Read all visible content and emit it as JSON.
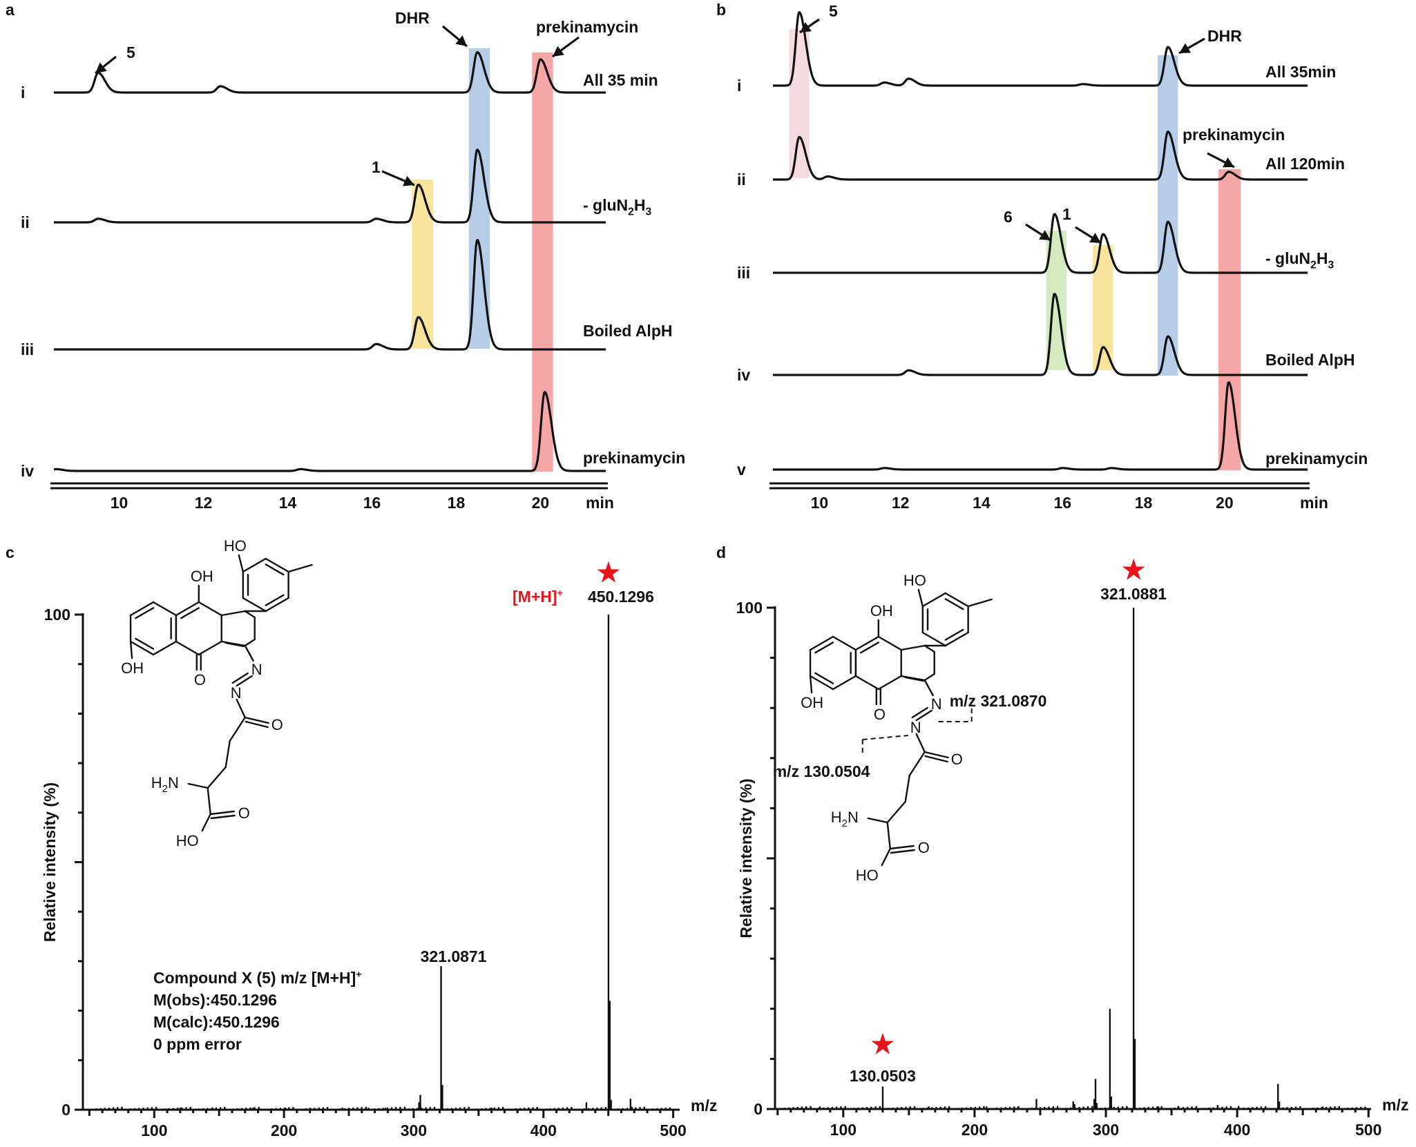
{
  "panels": {
    "a": {
      "letter": "a",
      "chart_data": {
        "type": "line",
        "xlabel": "min",
        "xlim": [
          8.4,
          21.6
        ],
        "xticks": [
          10,
          12,
          14,
          16,
          18,
          20
        ],
        "series": [
          {
            "label": "i",
            "name": "All 35 min",
            "peaks": [
              [
                9.5,
                0.22
              ],
              [
                12.4,
                0.07
              ],
              [
                18.5,
                0.45
              ],
              [
                20.0,
                0.37
              ]
            ]
          },
          {
            "label": "ii",
            "name": "- gluN2H3",
            "peaks": [
              [
                9.5,
                0.04
              ],
              [
                16.1,
                0.04
              ],
              [
                17.1,
                0.42
              ],
              [
                18.5,
                0.81
              ]
            ]
          },
          {
            "label": "iii",
            "name": "Boiled AlpH",
            "peaks": [
              [
                16.1,
                0.06
              ],
              [
                17.1,
                0.36
              ],
              [
                18.5,
                1.22
              ]
            ]
          },
          {
            "label": "iv",
            "name": "prekinamycin",
            "peaks": [
              [
                8.5,
                0.02
              ],
              [
                14.3,
                0.02
              ],
              [
                20.1,
                0.88
              ]
            ]
          }
        ],
        "highlights": [
          {
            "compound": "1",
            "x": [
              16.95,
              17.45
            ],
            "color": "#f7df8c"
          },
          {
            "compound": "DHR",
            "x": [
              18.3,
              18.8
            ],
            "color": "#a9c3e3"
          },
          {
            "compound": "prekinamycin",
            "x": [
              19.8,
              20.3
            ],
            "color": "#f49696"
          }
        ],
        "annotations": [
          "5",
          "DHR",
          "prekinamycin",
          "1"
        ]
      }
    },
    "b": {
      "letter": "b",
      "chart_data": {
        "type": "line",
        "xlabel": "min",
        "xlim": [
          8.8,
          22.1
        ],
        "xticks": [
          10,
          12,
          14,
          16,
          18,
          20
        ],
        "series": [
          {
            "label": "i",
            "name": "All 35min",
            "peaks": [
              [
                9.5,
                0.95
              ],
              [
                11.6,
                0.04
              ],
              [
                12.2,
                0.09
              ],
              [
                18.6,
                0.5
              ],
              [
                16.5,
                0.02
              ]
            ]
          },
          {
            "label": "ii",
            "name": "All 120min",
            "peaks": [
              [
                9.5,
                0.55
              ],
              [
                10.2,
                0.04
              ],
              [
                18.6,
                0.62
              ],
              [
                20.1,
                0.1
              ]
            ]
          },
          {
            "label": "iii",
            "name": "- gluN2H3",
            "peaks": [
              [
                15.8,
                0.76
              ],
              [
                17.0,
                0.5
              ],
              [
                18.6,
                0.66
              ]
            ]
          },
          {
            "label": "iv",
            "name": "Boiled AlpH",
            "peaks": [
              [
                12.2,
                0.06
              ],
              [
                15.8,
                1.05
              ],
              [
                17.0,
                0.36
              ],
              [
                18.6,
                0.5
              ]
            ]
          },
          {
            "label": "v",
            "name": "prekinamycin",
            "peaks": [
              [
                20.1,
                1.13
              ],
              [
                11.6,
                0.02
              ],
              [
                16.0,
                0.02
              ],
              [
                17.2,
                0.02
              ]
            ]
          }
        ],
        "highlights": [
          {
            "compound": "5",
            "x": [
              9.25,
              9.75
            ],
            "color": "#f4d6dd"
          },
          {
            "compound": "6",
            "x": [
              15.6,
              16.1
            ],
            "color": "#cbe6b4"
          },
          {
            "compound": "1",
            "x": [
              16.75,
              17.25
            ],
            "color": "#f7df8c"
          },
          {
            "compound": "DHR",
            "x": [
              18.35,
              18.85
            ],
            "color": "#a9c3e3"
          },
          {
            "compound": "prekinamycin",
            "x": [
              19.85,
              20.4
            ],
            "color": "#f49696"
          }
        ],
        "annotations": [
          "5",
          "DHR",
          "prekinamycin",
          "6",
          "1"
        ]
      }
    },
    "c": {
      "letter": "c",
      "chart_data": {
        "type": "bar",
        "xlabel": "m/z",
        "ylabel": "Relative intensity (%)",
        "xlim": [
          45,
          505
        ],
        "ylim": [
          0,
          100
        ],
        "xticks": [
          100,
          200,
          300,
          400,
          500
        ],
        "yticks": [
          0,
          100
        ],
        "peaks": [
          [
            450.1296,
            100
          ],
          [
            451.13,
            22
          ],
          [
            452.1,
            2
          ],
          [
            321.0871,
            29
          ],
          [
            322.09,
            5
          ],
          [
            305.1,
            3
          ],
          [
            304.1,
            1.5
          ],
          [
            433.1,
            1.5
          ],
          [
            467.1,
            2.2
          ],
          [
            468.1,
            0.6
          ],
          [
            293.1,
            0.6
          ],
          [
            120.1,
            0.4
          ],
          [
            145.1,
            0.4
          ],
          [
            176.1,
            0.4
          ],
          [
            201.1,
            0.4
          ],
          [
            220.1,
            0.4
          ],
          [
            245.1,
            0.4
          ],
          [
            265.1,
            0.4
          ],
          [
            278.1,
            0.4
          ],
          [
            360.1,
            0.4
          ],
          [
            395.1,
            0.4
          ]
        ],
        "labels": [
          {
            "text": "450.1296",
            "mz": 450.1296
          },
          {
            "text": "321.0871",
            "mz": 321.0871
          }
        ],
        "adduct": "[M+H]",
        "adduct_sup": "+"
      },
      "info": {
        "line1": "Compound X (5) m/z [M+H]",
        "line1_sup": "+",
        "line2": "M(obs):450.1296",
        "line3": "M(calc):450.1296",
        "line4": "0 ppm error"
      }
    },
    "d": {
      "letter": "d",
      "chart_data": {
        "type": "bar",
        "xlabel": "m/z",
        "ylabel": "Relative intensity (%)",
        "xlim": [
          48,
          502
        ],
        "ylim": [
          0,
          100
        ],
        "xticks": [
          100,
          200,
          300,
          400,
          500
        ],
        "yticks": [
          0,
          100
        ],
        "peaks": [
          [
            321.0881,
            100
          ],
          [
            322.09,
            14
          ],
          [
            303.08,
            20
          ],
          [
            304.08,
            2.5
          ],
          [
            292.1,
            6
          ],
          [
            291.1,
            2
          ],
          [
            293.1,
            1.2
          ],
          [
            275.1,
            1.5
          ],
          [
            276.1,
            1.0
          ],
          [
            247.1,
            2
          ],
          [
            130.0503,
            4.5
          ],
          [
            431.1,
            5
          ],
          [
            432.1,
            1.5
          ],
          [
            385.1,
            0.8
          ],
          [
            401.1,
            0.6
          ],
          [
            355.1,
            0.6
          ],
          [
            82.1,
            0.5
          ],
          [
            165.1,
            0.5
          ],
          [
            209.1,
            0.5
          ],
          [
            233.1,
            0.5
          ],
          [
            340.1,
            0.5
          ],
          [
            465.1,
            0.5
          ]
        ],
        "labels": [
          {
            "text": "321.0881",
            "mz": 321.0881
          },
          {
            "text": "130.0503",
            "mz": 130.0503
          }
        ]
      },
      "fragments": {
        "f1": "m/z 321.0870",
        "f2": "m/z 130.0504"
      }
    }
  },
  "structure": {
    "oh_top": "HO",
    "oh_mid": "OH",
    "oh_bottom": "OH",
    "o_keto": "O",
    "n": "N",
    "o_amide": "O",
    "nh2": "H",
    "nh2_sub": "2",
    "nh2_n": "N",
    "ho_acid": "HO",
    "o_acid": "O"
  },
  "colors": {
    "trace": "#111111",
    "star": "#e8141c",
    "adduct": "#e8141c"
  },
  "markers": {
    "star": "★"
  }
}
